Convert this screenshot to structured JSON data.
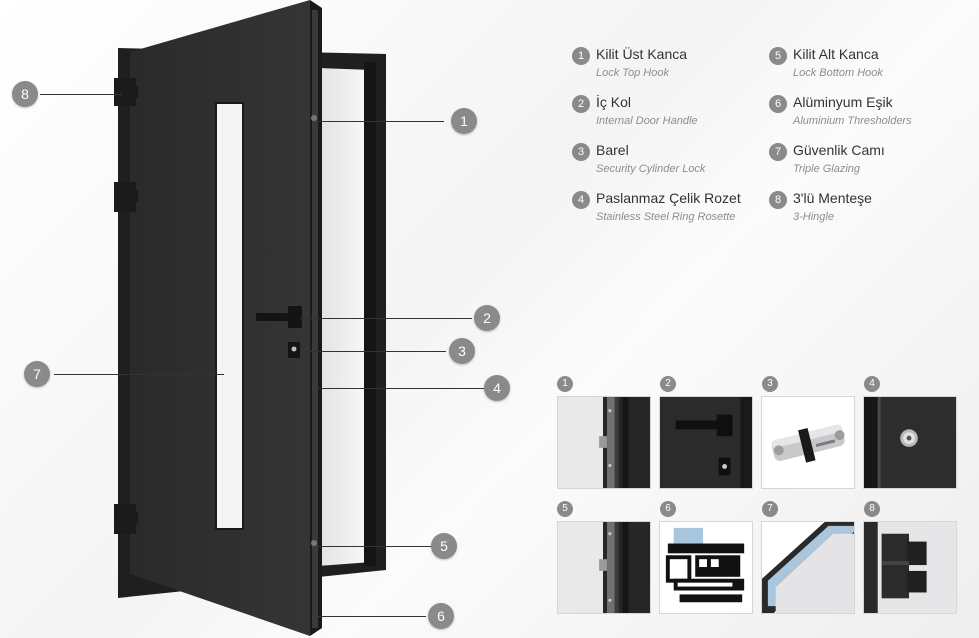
{
  "callouts": [
    "1",
    "2",
    "3",
    "4",
    "5",
    "6",
    "7",
    "8"
  ],
  "legend": [
    {
      "num": "1",
      "title": "Kilit Üst Kanca",
      "subtitle": "Lock Top Hook"
    },
    {
      "num": "2",
      "title": "İç Kol",
      "subtitle": "Internal Door Handle"
    },
    {
      "num": "3",
      "title": "Barel",
      "subtitle": "Security Cylinder Lock"
    },
    {
      "num": "4",
      "title": "Paslanmaz Çelik Rozet",
      "subtitle": "Stainless Steel Ring Rosette"
    },
    {
      "num": "5",
      "title": "Kilit Alt Kanca",
      "subtitle": "Lock Bottom Hook"
    },
    {
      "num": "6",
      "title": "Alüminyum Eşik",
      "subtitle": "Aluminium Thresholders"
    },
    {
      "num": "7",
      "title": "Güvenlik Camı",
      "subtitle": "Triple Glazing"
    },
    {
      "num": "8",
      "title": "3'lü Menteşe",
      "subtitle": "3-Hingle"
    }
  ],
  "thumbnails": [
    {
      "num": "1",
      "name": "lock-top-hook-detail"
    },
    {
      "num": "2",
      "name": "internal-door-handle-detail"
    },
    {
      "num": "3",
      "name": "security-cylinder-lock-detail"
    },
    {
      "num": "4",
      "name": "ring-rosette-detail"
    },
    {
      "num": "5",
      "name": "lock-bottom-hook-detail"
    },
    {
      "num": "6",
      "name": "aluminium-threshold-detail"
    },
    {
      "num": "7",
      "name": "triple-glazing-detail"
    },
    {
      "num": "8",
      "name": "hinge-detail"
    }
  ],
  "colors": {
    "door": "#2d2d2e",
    "door_dark": "#1c1c1d",
    "badge": "#8a8a8c",
    "legend_title": "#333333",
    "legend_subtitle": "#8d8d8d"
  }
}
